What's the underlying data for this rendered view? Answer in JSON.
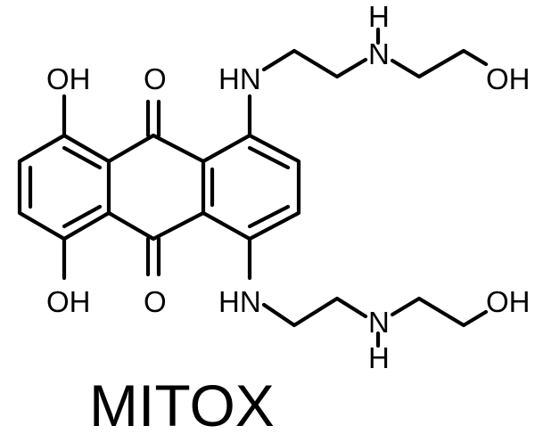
{
  "molecule": {
    "caption": "MITOX",
    "atoms": {
      "oh_top_left": "OH",
      "oh_bottom_left": "OH",
      "o_top": "O",
      "o_bottom": "O",
      "hn_top": "HN",
      "hn_bottom": "HN",
      "n_top": "N",
      "h_top": "H",
      "n_bottom": "N",
      "h_bottom": "H",
      "oh_top_right": "OH",
      "oh_bottom_right": "OH"
    }
  }
}
